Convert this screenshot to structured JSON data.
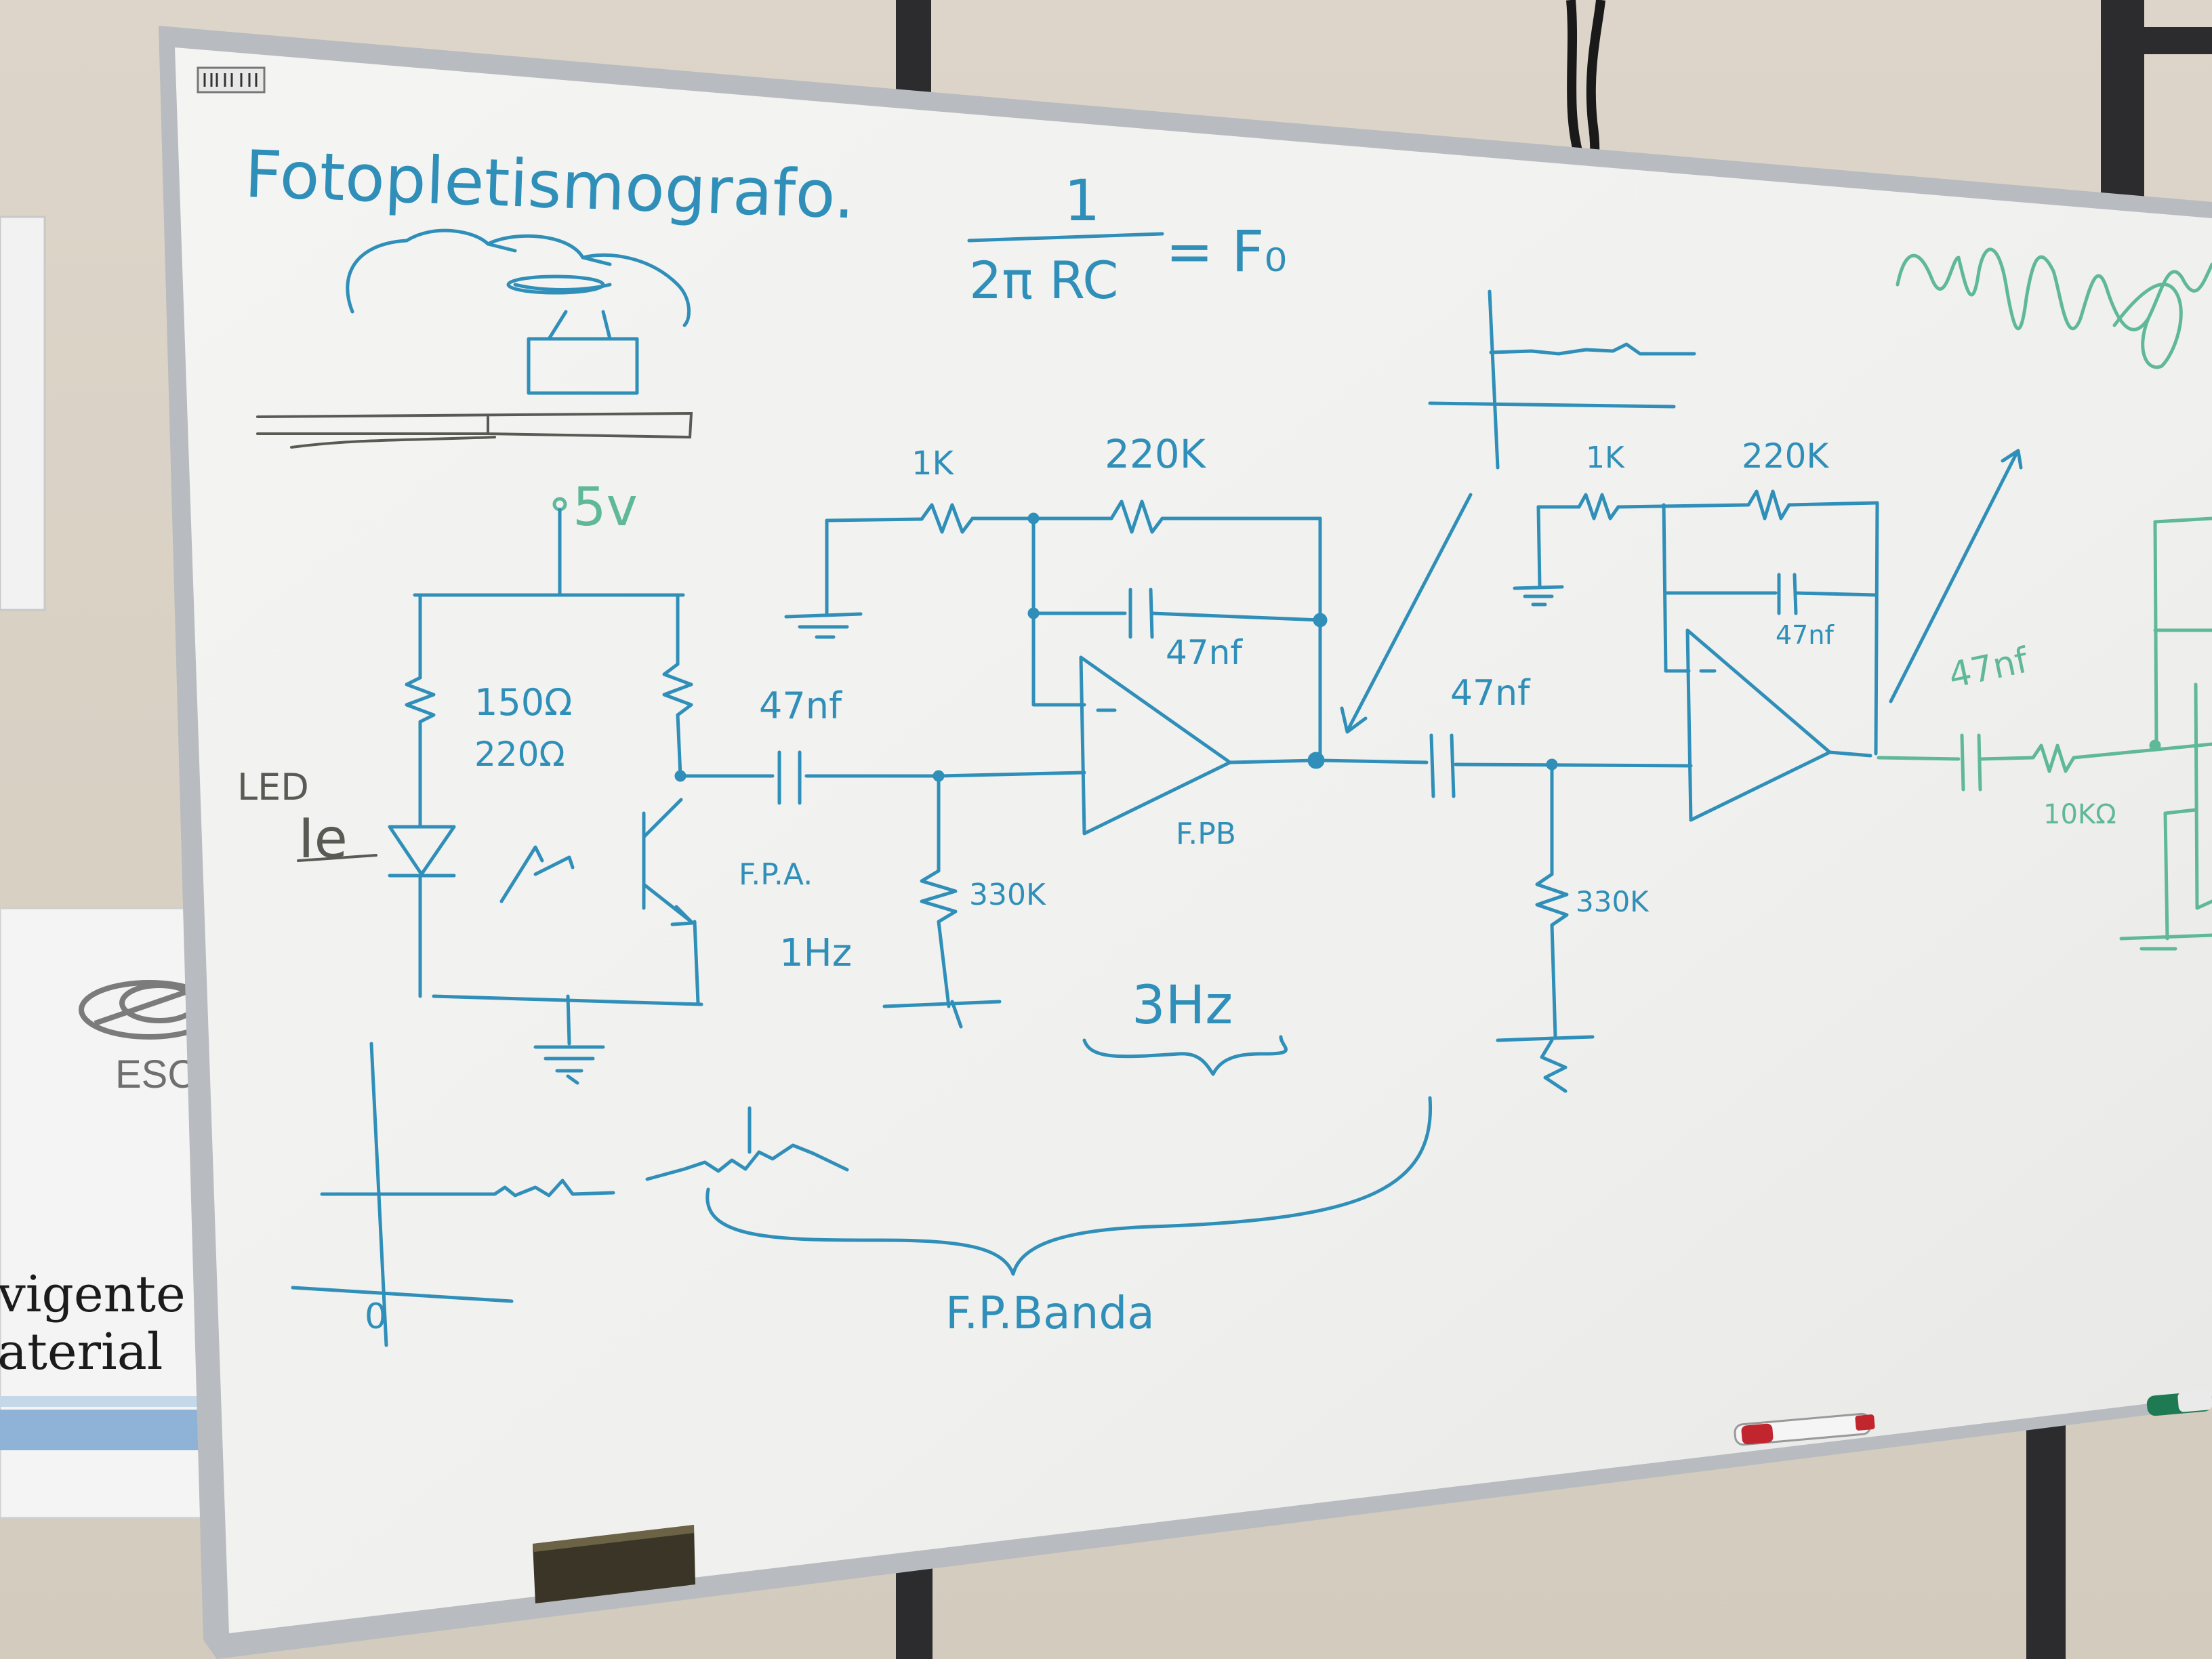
{
  "poster": {
    "logo_text": "ESCO",
    "line1": "vigente",
    "line2": "aterial"
  },
  "board": {
    "title": "Fotopletismografo.",
    "formula": {
      "numerator": "1",
      "denominator": "2π RC",
      "result": "= F₀"
    },
    "supply": "5v",
    "r_led": "150Ω",
    "r_led_alt": "220Ω",
    "led_label": "LED",
    "led_current": "Ie",
    "c1": "47nf",
    "hp_label": "F.P.A.",
    "hp_freq": "1Hz",
    "r_330k_a": "330K",
    "r_1k_a": "1K",
    "r_220k_a": "220K",
    "c_fb_a": "47nf",
    "lp_label": "F.PB",
    "lp_freq": "3Hz",
    "band_label": "F.P.Banda",
    "axis_zero": "0",
    "c2": "47nf",
    "r_330k_b": "330K",
    "r_1k_b": "1K",
    "r_220k_b": "220K",
    "c_fb_b": "47nf",
    "c3": "47nf",
    "r_10k": "10KΩ"
  },
  "colors": {
    "board": "#f1f1ee",
    "frame": "#b9bcc0",
    "wall": "#d9d2c6",
    "blue_marker": "#2f8fb9",
    "green_marker": "#5fb89a",
    "pencil": "#5a5a55"
  }
}
